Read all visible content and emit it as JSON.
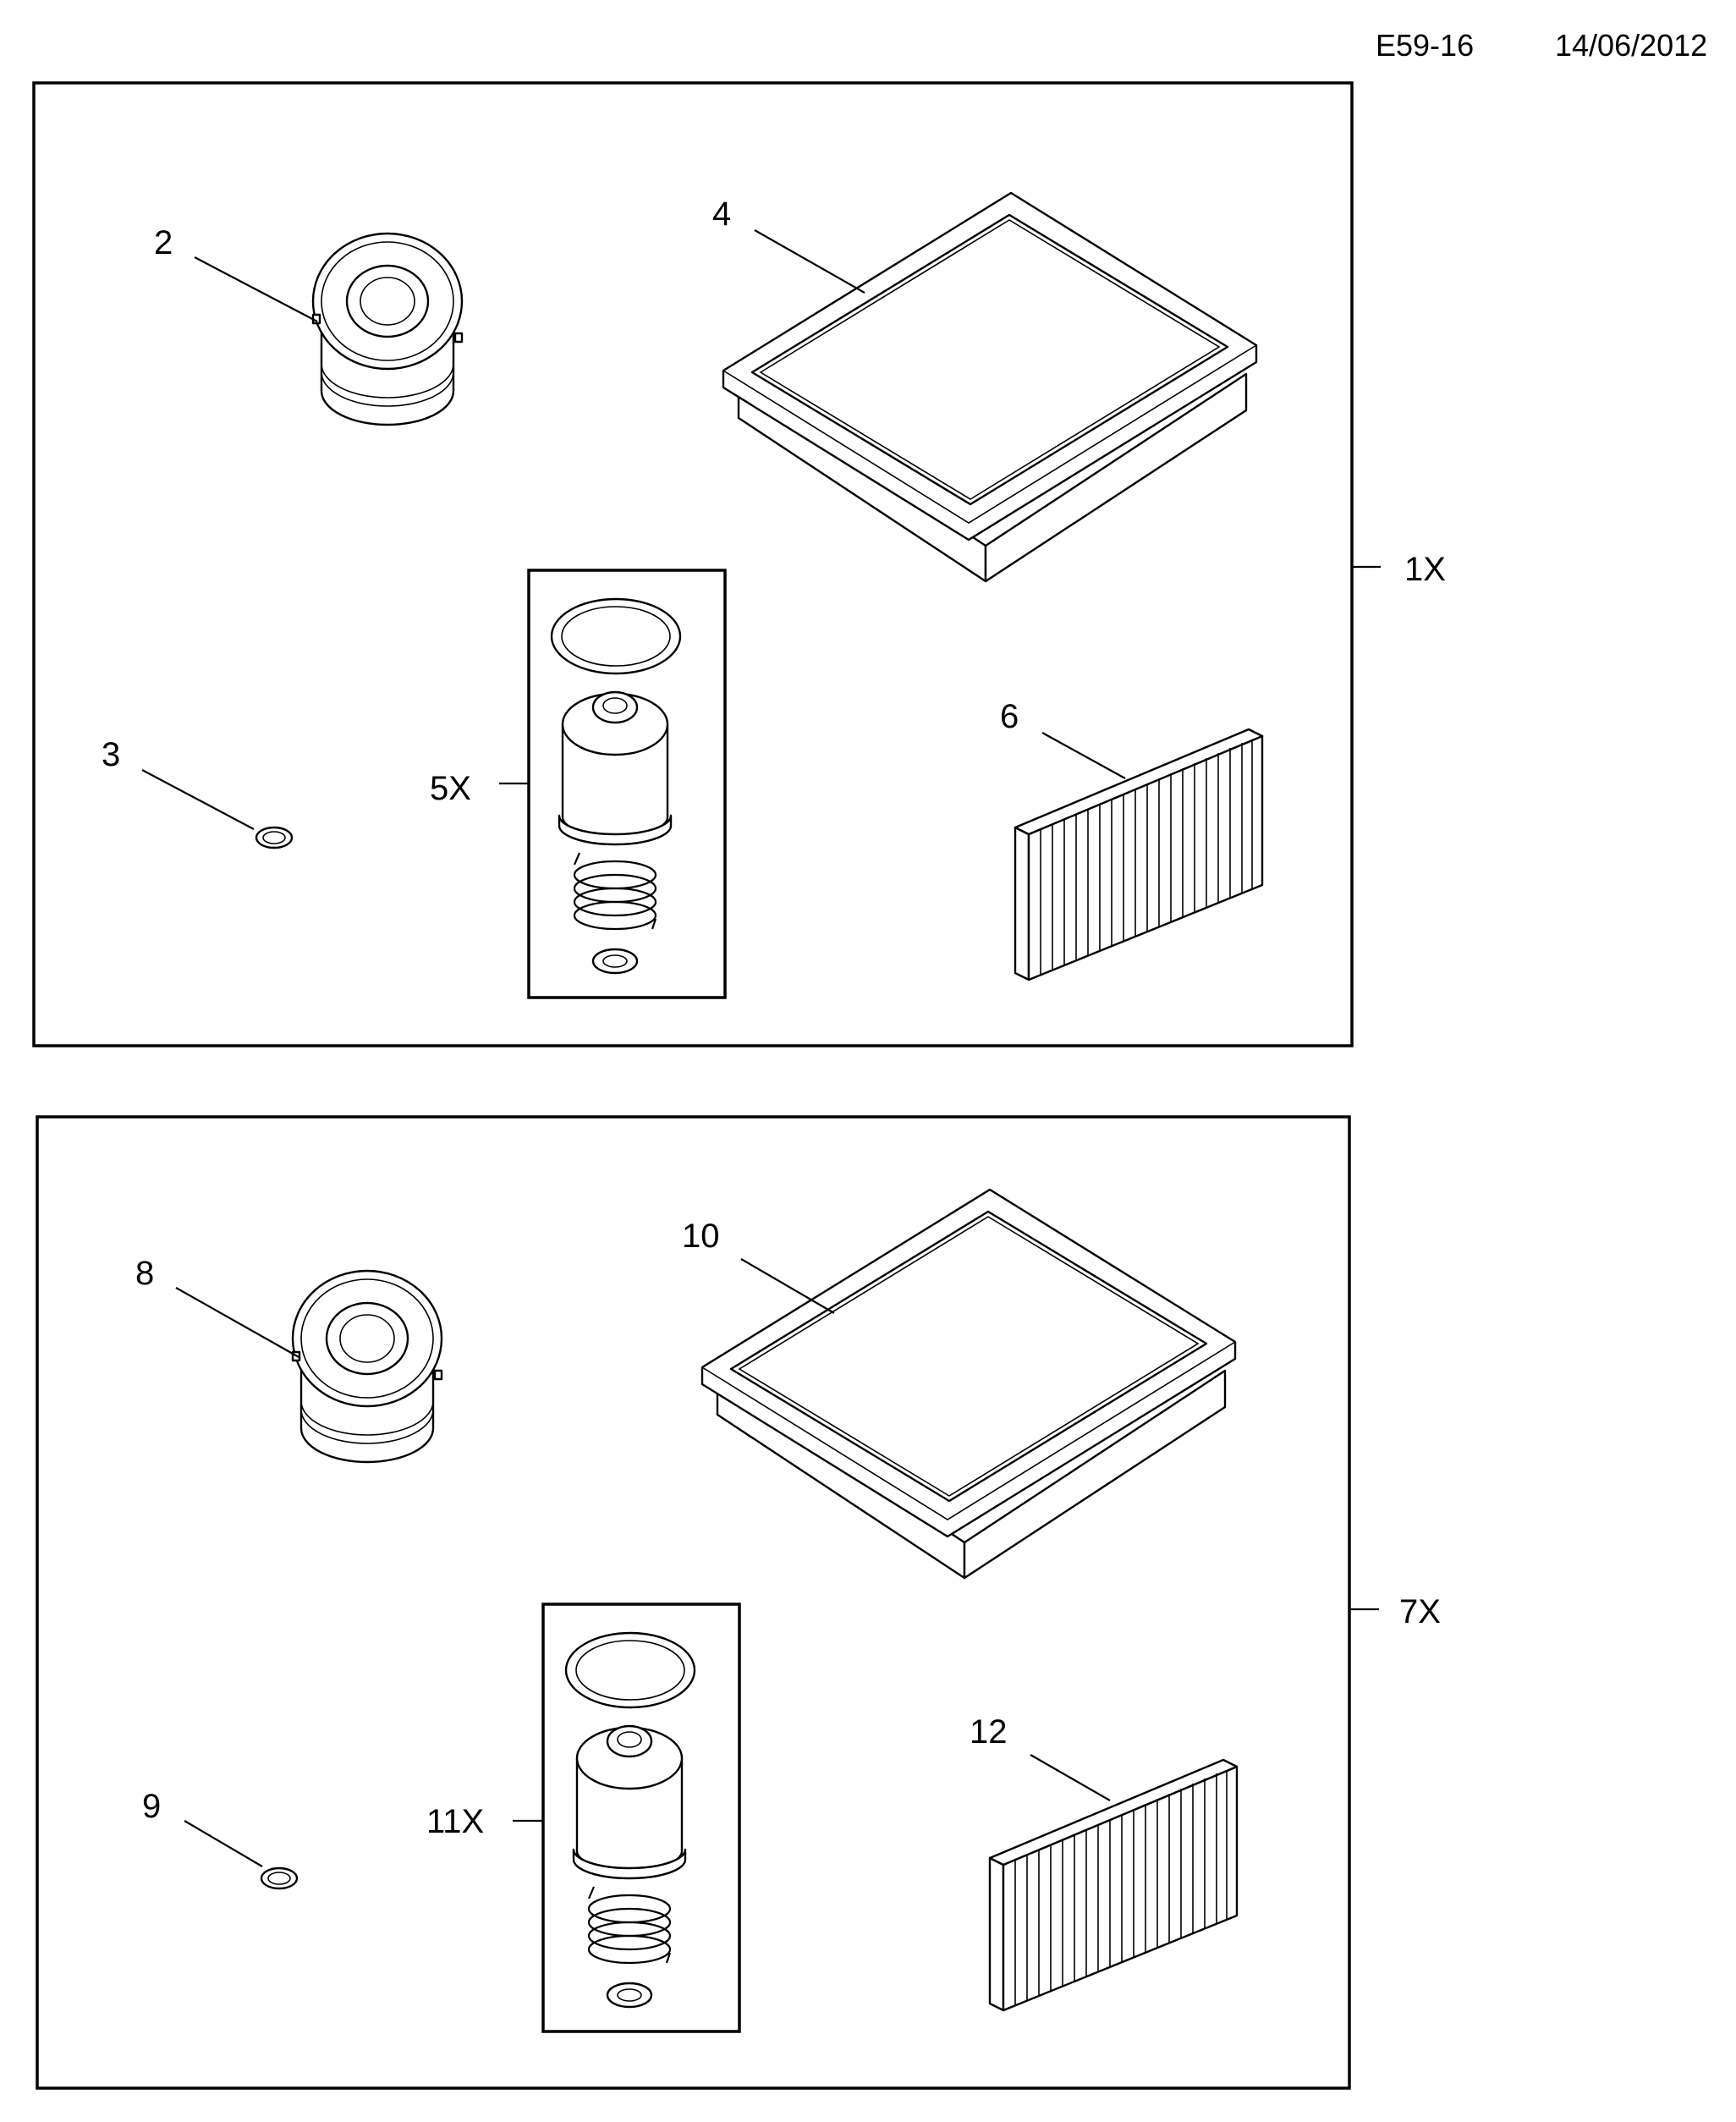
{
  "header": {
    "ref": "E59-16",
    "date": "14/06/2012"
  },
  "kits": [
    {
      "kit_label": "1X",
      "labels": {
        "oil_filter": "2",
        "seal_ring": "3",
        "air_filter": "4",
        "fuel_filter_kit": "5X",
        "pollen_filter": "6"
      }
    },
    {
      "kit_label": "7X",
      "labels": {
        "oil_filter": "8",
        "seal_ring": "9",
        "air_filter": "10",
        "fuel_filter_kit": "11X",
        "pollen_filter": "12"
      }
    }
  ]
}
